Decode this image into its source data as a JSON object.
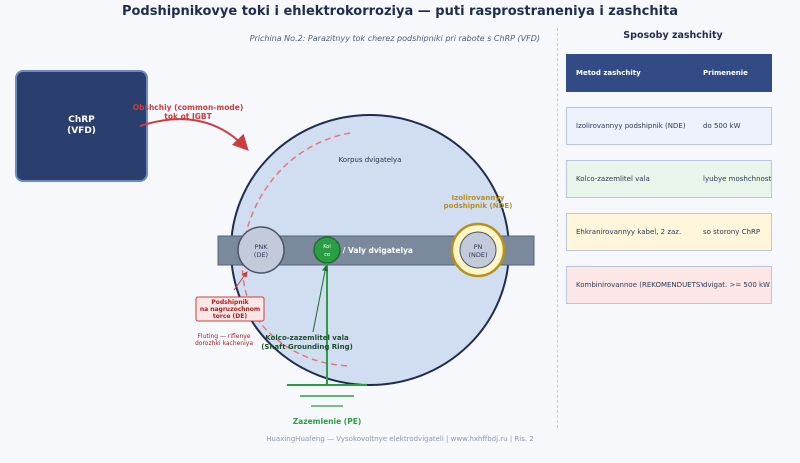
{
  "header": {
    "title": "Podshipnikovye toki i ehlektrokorroziya — puti rasprostraneniya i zashchita",
    "subtitle": "Prichina No.2: Parazitnyy tok cherez podshipniki pri rabote s ChRP (VFD)"
  },
  "vfd": {
    "line1": "ChRP",
    "line2": "(VFD)"
  },
  "labels": {
    "common_mode_1": "Obshchiy (common-mode)",
    "common_mode_2": "tok ot IGBT",
    "motor_body": "Korpus dvigatelya",
    "shaft": "Val / Valy dvigatelya",
    "pnk_1": "PNK",
    "pnk_2": "(DE)",
    "pn_1": "PN",
    "pn_2": "(NDE)",
    "insulated_1": "Izolirovannyy",
    "insulated_2": "podshipnik (NDE)",
    "ring_small_1": "Kol",
    "ring_small_2": "co",
    "load_bearing_1": "Podshipnik",
    "load_bearing_2": "na nagruzochnom",
    "load_bearing_3": "torce (DE)",
    "fluting_1": "Fluting — rifl",
    "fluting_1b": "enye",
    "fluting_2": "dorozhki kacheniya",
    "ring_1": "Kolco-zazemlitel vala",
    "ring_2": "(Shaft Grounding Ring)",
    "ground": "Zazemlenie (PE)"
  },
  "methods": {
    "title": "Sposoby zashchity",
    "headers": [
      "Metod zashchity",
      "Primenenie"
    ],
    "rows": [
      {
        "method": "Izolirovannyy podshipnik (NDE)",
        "use": "do 500 kW",
        "bg": "#edf2fc"
      },
      {
        "method": "Kolco-zazemlitel vala",
        "use": "lyubye moshchnosti",
        "bg": "#e7f5ea"
      },
      {
        "method": "Ehkranirovannyy kabel, 2 zaz.",
        "use": "so storony ChRP",
        "bg": "#fff6dc"
      },
      {
        "method": "Kombinirovannoe (REKOMENDUETSYA)",
        "use": "dvigat. >= 500 kW",
        "bg": "#fde6e6"
      }
    ]
  },
  "colors": {
    "navy": "#1f2d4d",
    "accent_red": "#cc3d3d",
    "ground_green": "#2b9d45",
    "insulated_gold": "#b8901f"
  },
  "footer": "HuaxingHuafeng — Vysokovoltnye elektrodvigateli | www.hxhffbdj.ru | Ris. 2"
}
